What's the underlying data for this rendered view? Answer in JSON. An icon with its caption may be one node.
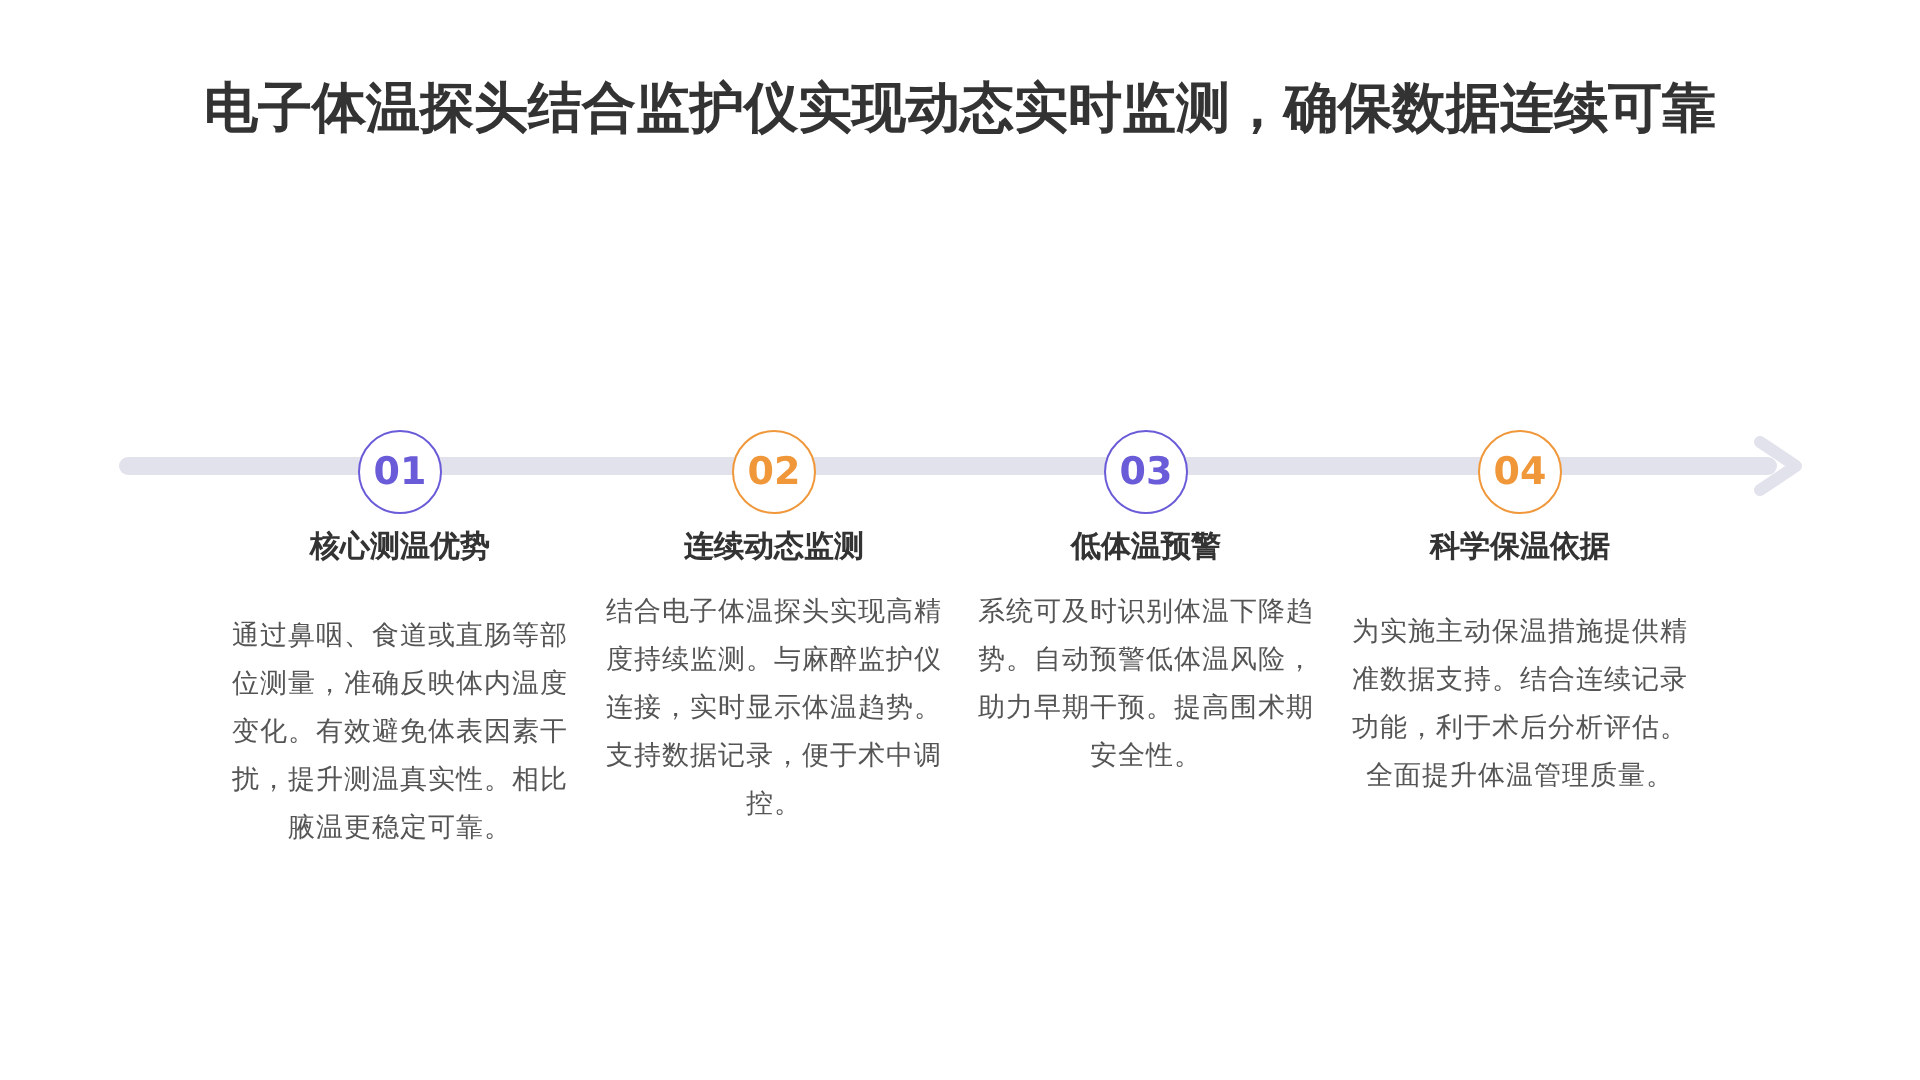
{
  "diagram": {
    "title": "电子体温探头结合监护仪实现动态实时监测，确保数据连续可靠",
    "nodes": [
      {
        "text": [
          "01"
        ],
        "beside": [
          "核心测温优势",
          "通过鼻咽、食道或直肠等部位测量，准确反映体内温度变化。有效避免体表因素干扰，提升测温真实性。相比腋温更稳定可靠。"
        ]
      },
      {
        "text": [
          "02"
        ],
        "beside": [
          "连续动态监测",
          "结合电子体温探头实现高精度持续监测。与麻醉监护仪连接，实时显示体温趋势。支持数据记录，便于术中调控。"
        ]
      },
      {
        "text": [
          "03"
        ],
        "beside": [
          "低体温预警",
          "系统可及时识别体温下降趋势。自动预警低体温风险，助力早期干预。提高围术期安全性。"
        ]
      },
      {
        "text": [
          "04"
        ],
        "beside": [
          "科学保温依据",
          "为实施主动保温措施提供精准数据支持。结合连续记录功能，利于术后分析评估。全面提升体温管理质量。"
        ]
      }
    ],
    "edges": []
  }
}
